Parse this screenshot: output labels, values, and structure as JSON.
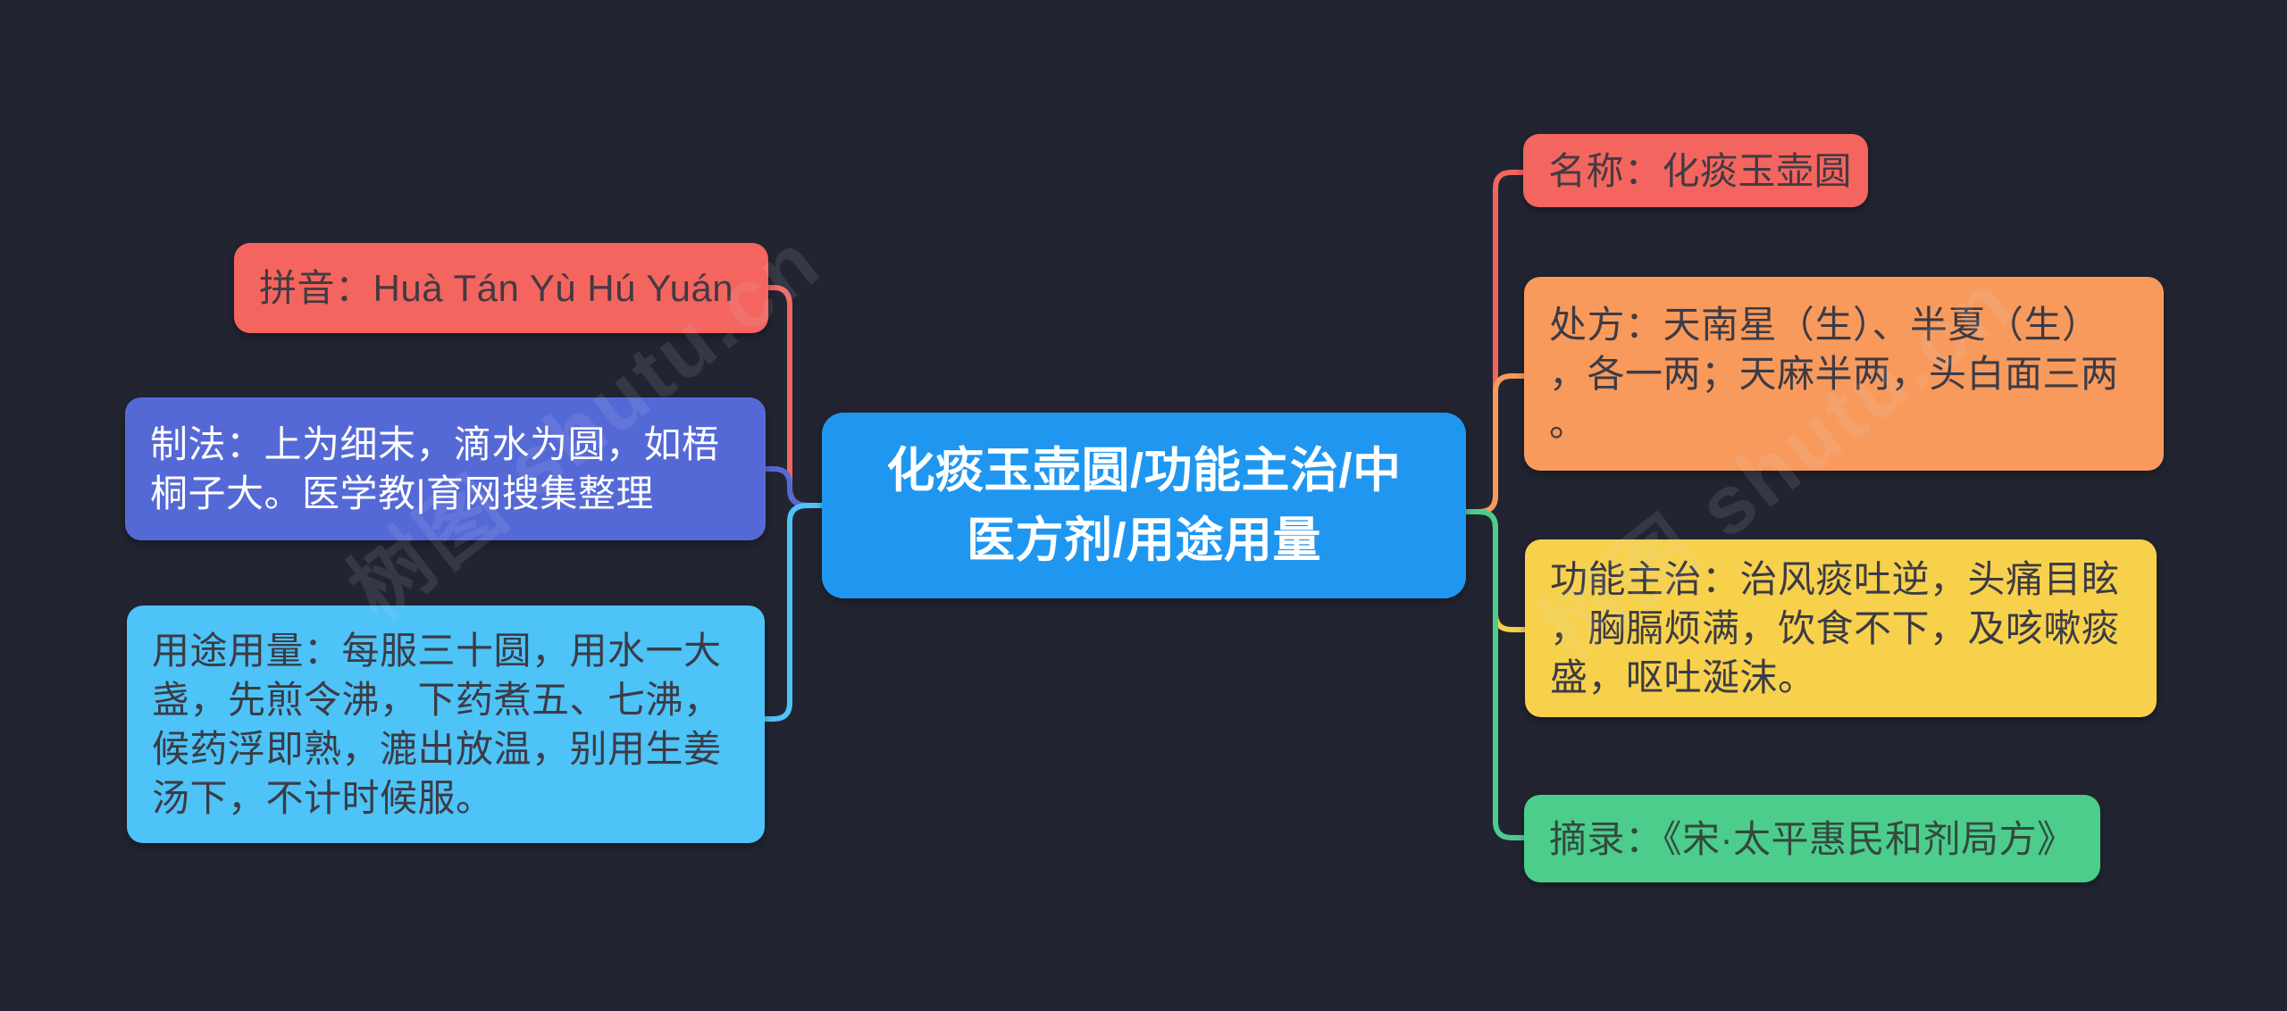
{
  "app": {
    "background_color": "#222531",
    "watermark_text": "树图 shutu.cn"
  },
  "center_node": {
    "text": "化痰玉壶圆/功能主治/中\n医方剂/用途用量",
    "color": "#1f97f0",
    "text_color": "#ffffff"
  },
  "left_nodes": [
    {
      "id": "pinyin",
      "text": "拼音：Huà Tán Yù Hú Yuán",
      "color": "#f4655f",
      "text_color": "#433a42"
    },
    {
      "id": "preparation",
      "text": "制法：上为细末，滴水为圆，如梧\n桐子大。医学教|育网搜集整理",
      "color": "#5569d6",
      "text_color": "#ffffff"
    },
    {
      "id": "dosage",
      "text": "用途用量：每服三十圆，用水一大\n盏，先煎令沸，下药煮五、七沸，\n候药浮即熟，漉出放温，别用生姜\n汤下，不计时候服。",
      "color": "#4dc3f7",
      "text_color": "#3c3b45"
    }
  ],
  "right_nodes": [
    {
      "id": "name",
      "text": "名称：化痰玉壶圆",
      "color": "#f4655f",
      "text_color": "#433a42"
    },
    {
      "id": "prescription",
      "text": "处方：天南星（生）、半夏（生）\n，各一两；天麻半两，头白面三两\n。",
      "color": "#f89a5c",
      "text_color": "#3c3b45"
    },
    {
      "id": "indications",
      "text": "功能主治：治风痰吐逆，头痛目眩\n，胸膈烦满，饮食不下，及咳嗽痰\n盛，呕吐涎沫。",
      "color": "#f7d14b",
      "text_color": "#3c3b45"
    },
    {
      "id": "excerpt",
      "text": "摘录：《宋·太平惠民和剂局方》",
      "color": "#4ccd8c",
      "text_color": "#33493e"
    }
  ]
}
